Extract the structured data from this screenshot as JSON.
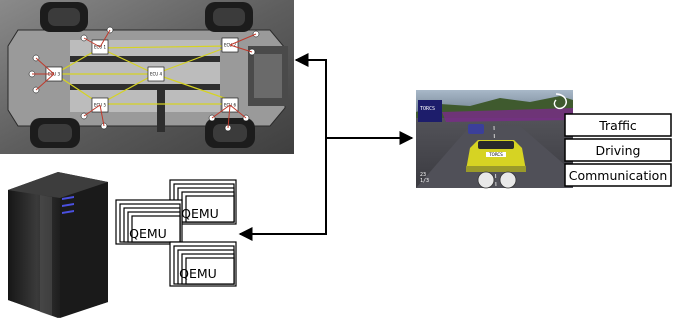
{
  "car_photo": {
    "ecu_labels": [
      "ECU 1",
      "ECU 2",
      "ECU 3",
      "ECU 4",
      "ECU 5",
      "ECU 6"
    ]
  },
  "simulator": {
    "game_banner": "TORCS",
    "plate": "TORCS",
    "hud_lines": [
      "1/3",
      "23"
    ],
    "panels": [
      {
        "label": "Traffic"
      },
      {
        "label": "Driving"
      },
      {
        "label": "Communication"
      }
    ]
  },
  "emulator_stacks": [
    {
      "label": "QEMU"
    },
    {
      "label": "QEMU"
    },
    {
      "label": "QEMU"
    }
  ],
  "colors": {
    "arrow": "#000000",
    "car_bg": "#6b6b6b",
    "game_car": "#d6d323",
    "server_body": "#2b2b2b",
    "server_leds": "#4a50e0"
  }
}
